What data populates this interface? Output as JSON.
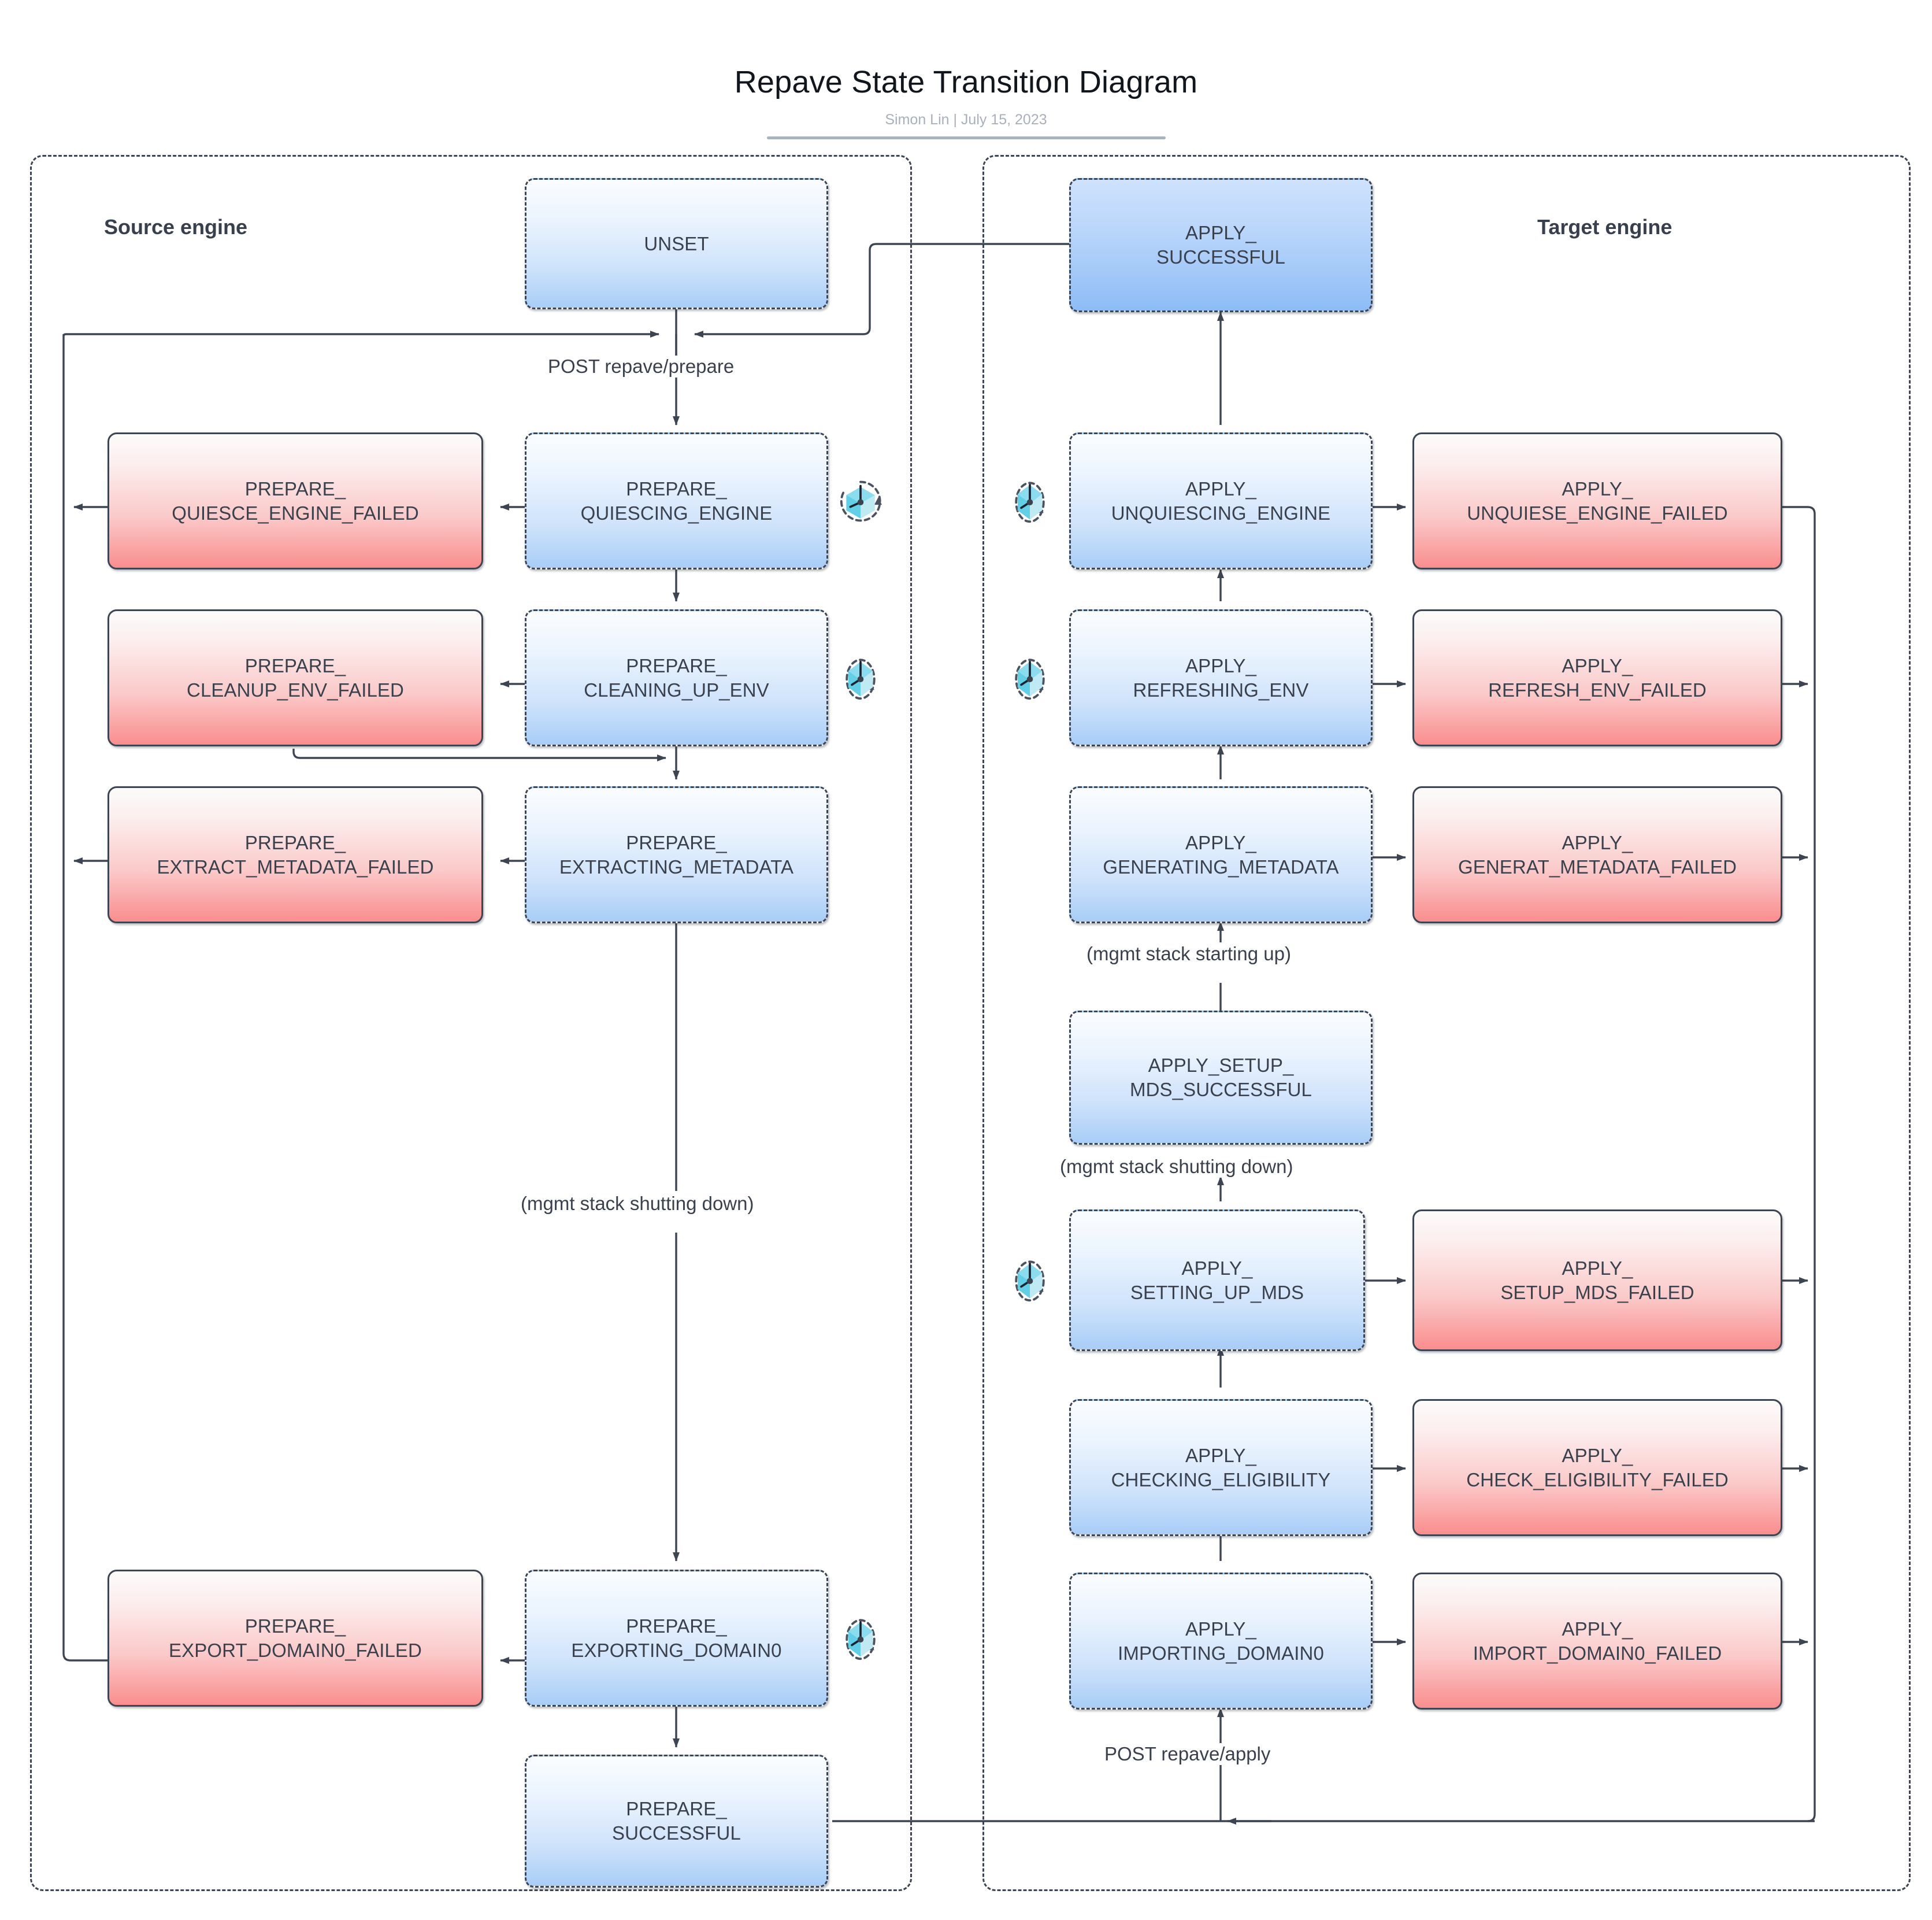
{
  "header": {
    "title": "Repave State Transition Diagram",
    "author": "Simon Lin",
    "separator": "|",
    "date": "July 15, 2023",
    "byline": "Simon Lin  |  July 15, 2023"
  },
  "lanes": [
    {
      "id": "source",
      "title": "Source engine"
    },
    {
      "id": "target",
      "title": "Target engine"
    }
  ],
  "legend_icons": {
    "retry": "retry-timer-icon"
  },
  "colors": {
    "active_fill_top": "#fbfdff",
    "active_fill_bottom": "#a8cdf7",
    "active_strong_top": "#cfe2fd",
    "active_strong_bottom": "#8dbcf6",
    "failed_fill_top": "#fdfbfb",
    "failed_fill_bottom": "#fa8d8e",
    "border": "#3d4452",
    "text": "#3a414d",
    "icon_cube": "#3cc0df",
    "title": "#11151c",
    "byline": "#a9b0bb"
  },
  "nodes": {
    "unset": {
      "label": "UNSET",
      "lane": "source",
      "kind": "active",
      "retry": false
    },
    "prepare_quiescing_engine": {
      "label": "PREPARE_\nQUIESCING_ENGINE",
      "lane": "source",
      "kind": "active",
      "retry": true
    },
    "prepare_quiesce_engine_failed": {
      "label": "PREPARE_\nQUIESCE_ENGINE_FAILED",
      "lane": "source",
      "kind": "failed",
      "retry": false
    },
    "prepare_cleaning_up_env": {
      "label": "PREPARE_\nCLEANING_UP_ENV",
      "lane": "source",
      "kind": "active",
      "retry": true
    },
    "prepare_cleanup_env_failed": {
      "label": "PREPARE_\nCLEANUP_ENV_FAILED",
      "lane": "source",
      "kind": "failed",
      "retry": false
    },
    "prepare_extracting_metadata": {
      "label": "PREPARE_\nEXTRACTING_METADATA",
      "lane": "source",
      "kind": "active",
      "retry": false
    },
    "prepare_extract_metadata_failed": {
      "label": "PREPARE_\nEXTRACT_METADATA_FAILED",
      "lane": "source",
      "kind": "failed",
      "retry": false
    },
    "prepare_exporting_domain0": {
      "label": "PREPARE_\nEXPORTING_DOMAIN0",
      "lane": "source",
      "kind": "active",
      "retry": true
    },
    "prepare_export_domain0_failed": {
      "label": "PREPARE_\nEXPORT_DOMAIN0_FAILED",
      "lane": "source",
      "kind": "failed",
      "retry": false
    },
    "prepare_successful": {
      "label": "PREPARE_\nSUCCESSFUL",
      "lane": "source",
      "kind": "active",
      "retry": false
    },
    "apply_successful": {
      "label": "APPLY_\nSUCCESSFUL",
      "lane": "target",
      "kind": "active-strong",
      "retry": false
    },
    "apply_unquiescing_engine": {
      "label": "APPLY_\nUNQUIESCING_ENGINE",
      "lane": "target",
      "kind": "active",
      "retry": true
    },
    "apply_unquiese_engine_failed": {
      "label": "APPLY_\nUNQUIESE_ENGINE_FAILED",
      "lane": "target",
      "kind": "failed",
      "retry": false
    },
    "apply_refreshing_env": {
      "label": "APPLY_\nREFRESHING_ENV",
      "lane": "target",
      "kind": "active",
      "retry": true
    },
    "apply_refresh_env_failed": {
      "label": "APPLY_\nREFRESH_ENV_FAILED",
      "lane": "target",
      "kind": "failed",
      "retry": false
    },
    "apply_generating_metadata": {
      "label": "APPLY_\nGENERATING_METADATA",
      "lane": "target",
      "kind": "active",
      "retry": false
    },
    "apply_generat_metadata_failed": {
      "label": "APPLY_\nGENERAT_METADATA_FAILED",
      "lane": "target",
      "kind": "failed",
      "retry": false
    },
    "apply_setup_mds_successful": {
      "label": "APPLY_SETUP_\nMDS_SUCCESSFUL",
      "lane": "target",
      "kind": "active",
      "retry": false
    },
    "apply_setting_up_mds": {
      "label": "APPLY_\nSETTING_UP_MDS",
      "lane": "target",
      "kind": "active",
      "retry": true
    },
    "apply_setup_mds_failed": {
      "label": "APPLY_\nSETUP_MDS_FAILED",
      "lane": "target",
      "kind": "failed",
      "retry": false
    },
    "apply_checking_eligibility": {
      "label": "APPLY_\nCHECKING_ELIGIBILITY",
      "lane": "target",
      "kind": "active",
      "retry": false
    },
    "apply_check_eligibility_failed": {
      "label": "APPLY_\nCHECK_ELIGIBILITY_FAILED",
      "lane": "target",
      "kind": "failed",
      "retry": false
    },
    "apply_importing_domain0": {
      "label": "APPLY_\nIMPORTING_DOMAIN0",
      "lane": "target",
      "kind": "active",
      "retry": false
    },
    "apply_import_domain0_failed": {
      "label": "APPLY_\nIMPORT_DOMAIN0_FAILED",
      "lane": "target",
      "kind": "failed",
      "retry": false
    }
  },
  "edge_labels": {
    "post_repave_prepare": "POST repave/prepare",
    "post_repave_apply": "POST repave/apply",
    "mgmt_stack_shutting_down_source": "(mgmt stack shutting down)",
    "mgmt_stack_starting_up_target": "(mgmt stack starting up)",
    "mgmt_stack_shutting_down_target": "(mgmt stack shutting down)"
  }
}
